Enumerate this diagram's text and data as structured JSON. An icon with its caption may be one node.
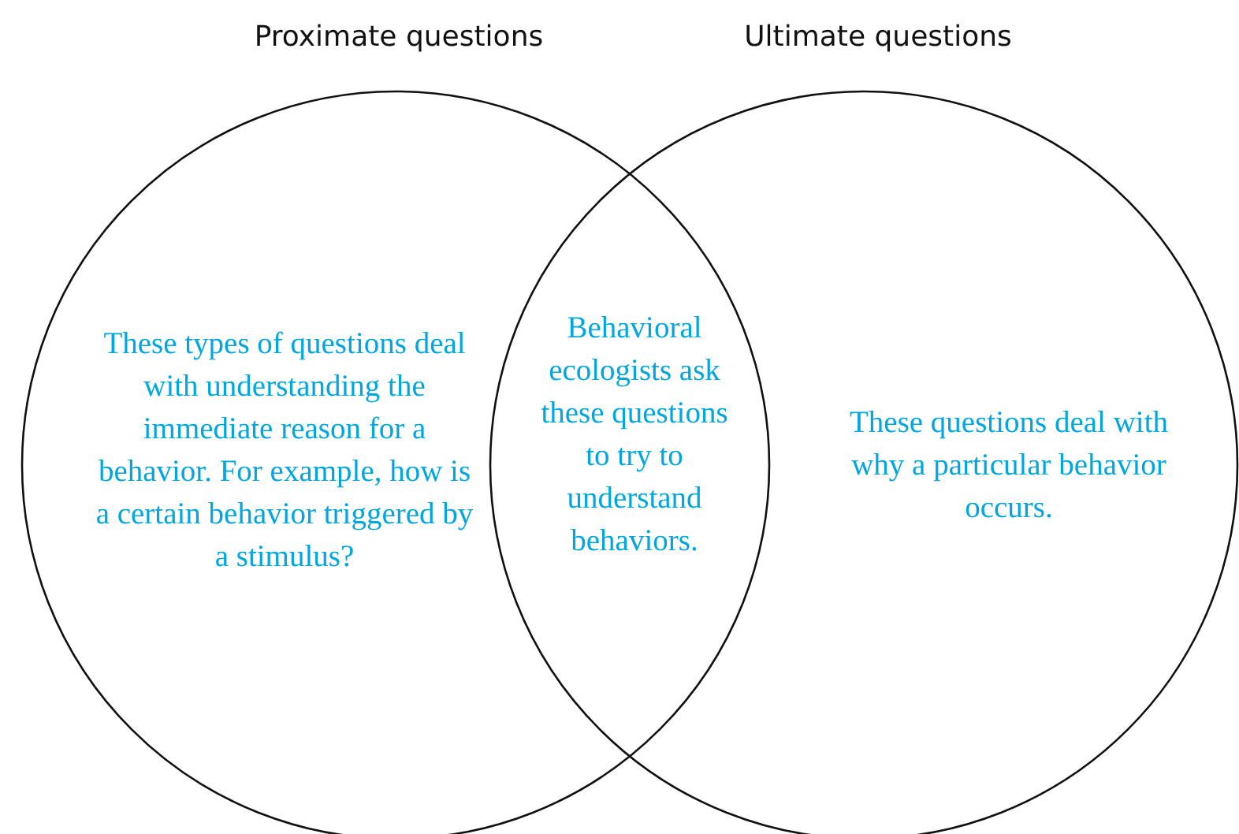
{
  "diagram": {
    "nodes": [
      {
        "text": [
          "Proximate questions",
          "These types of questions deal with understanding the immediate reason for a behavior. For example, how is a certain behavior triggered by a stimulus?"
        ]
      },
      {
        "text": [
          "Ultimate questions",
          "These questions deal with why a particular behavior occurs."
        ]
      },
      {
        "text": [
          "Behavioral ecologists ask these questions to try to understand behaviors."
        ]
      }
    ],
    "edges": []
  }
}
